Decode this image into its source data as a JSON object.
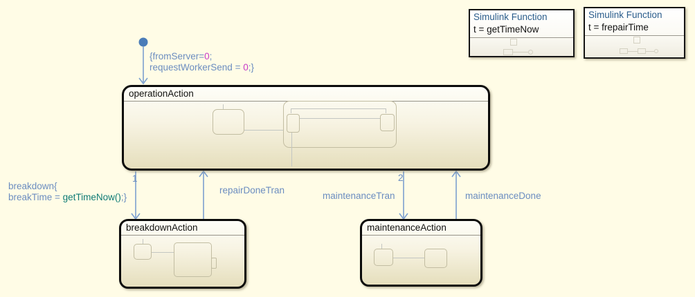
{
  "chart": {
    "background": "#FFFCE6",
    "transition_color": "#7CA0D0",
    "label_color": "#6B8DC0",
    "literal_color": "#C73BC7",
    "function_color": "#0E7B75"
  },
  "states": [
    {
      "name": "operationAction"
    },
    {
      "name": "breakdownAction"
    },
    {
      "name": "maintenanceAction"
    }
  ],
  "simulink_functions": [
    {
      "title": "Simulink Function",
      "signature": "t = getTimeNow"
    },
    {
      "title": "Simulink Function",
      "signature": "t = frepairTime"
    }
  ],
  "transitions": {
    "initial": {
      "l1_pre": "{fromServer=",
      "l1_num": "0",
      "l1_post": ";",
      "l2_pre": "requestWorkerSend = ",
      "l2_num": "0",
      "l2_post": ";}"
    },
    "breakdown": {
      "l1": "breakdown{",
      "l2_pre": "breakTime = ",
      "l2_fn": "getTimeNow()",
      "l2_post": ";}"
    },
    "breakdown_order": "1",
    "repair_done": "repairDoneTran",
    "maintenance_order": "2",
    "maintenance_tran": "maintenanceTran",
    "maintenance_done": "maintenanceDone"
  }
}
